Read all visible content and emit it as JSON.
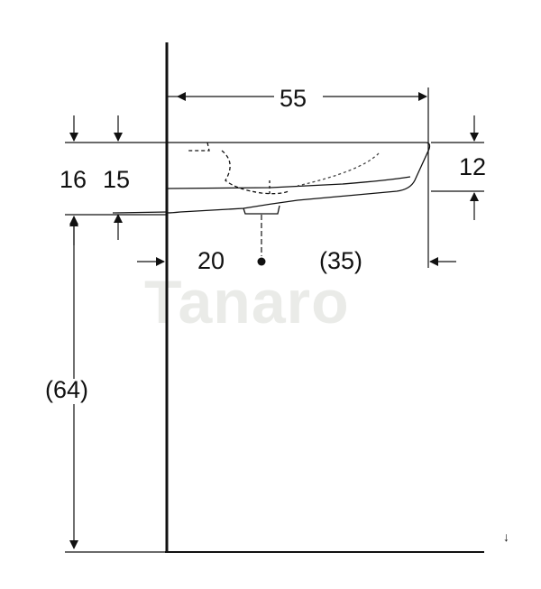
{
  "dimensions": {
    "width_top": "55",
    "height_16": "16",
    "height_15": "15",
    "height_12": "12",
    "wall_to_drain": "20",
    "drain_to_front": "(35)",
    "floor_height": "(64)"
  },
  "watermark": "Tanaro",
  "corner_mark": "↓",
  "colors": {
    "line": "#111111",
    "watermark": "#d9dcd6",
    "background": "#ffffff"
  }
}
